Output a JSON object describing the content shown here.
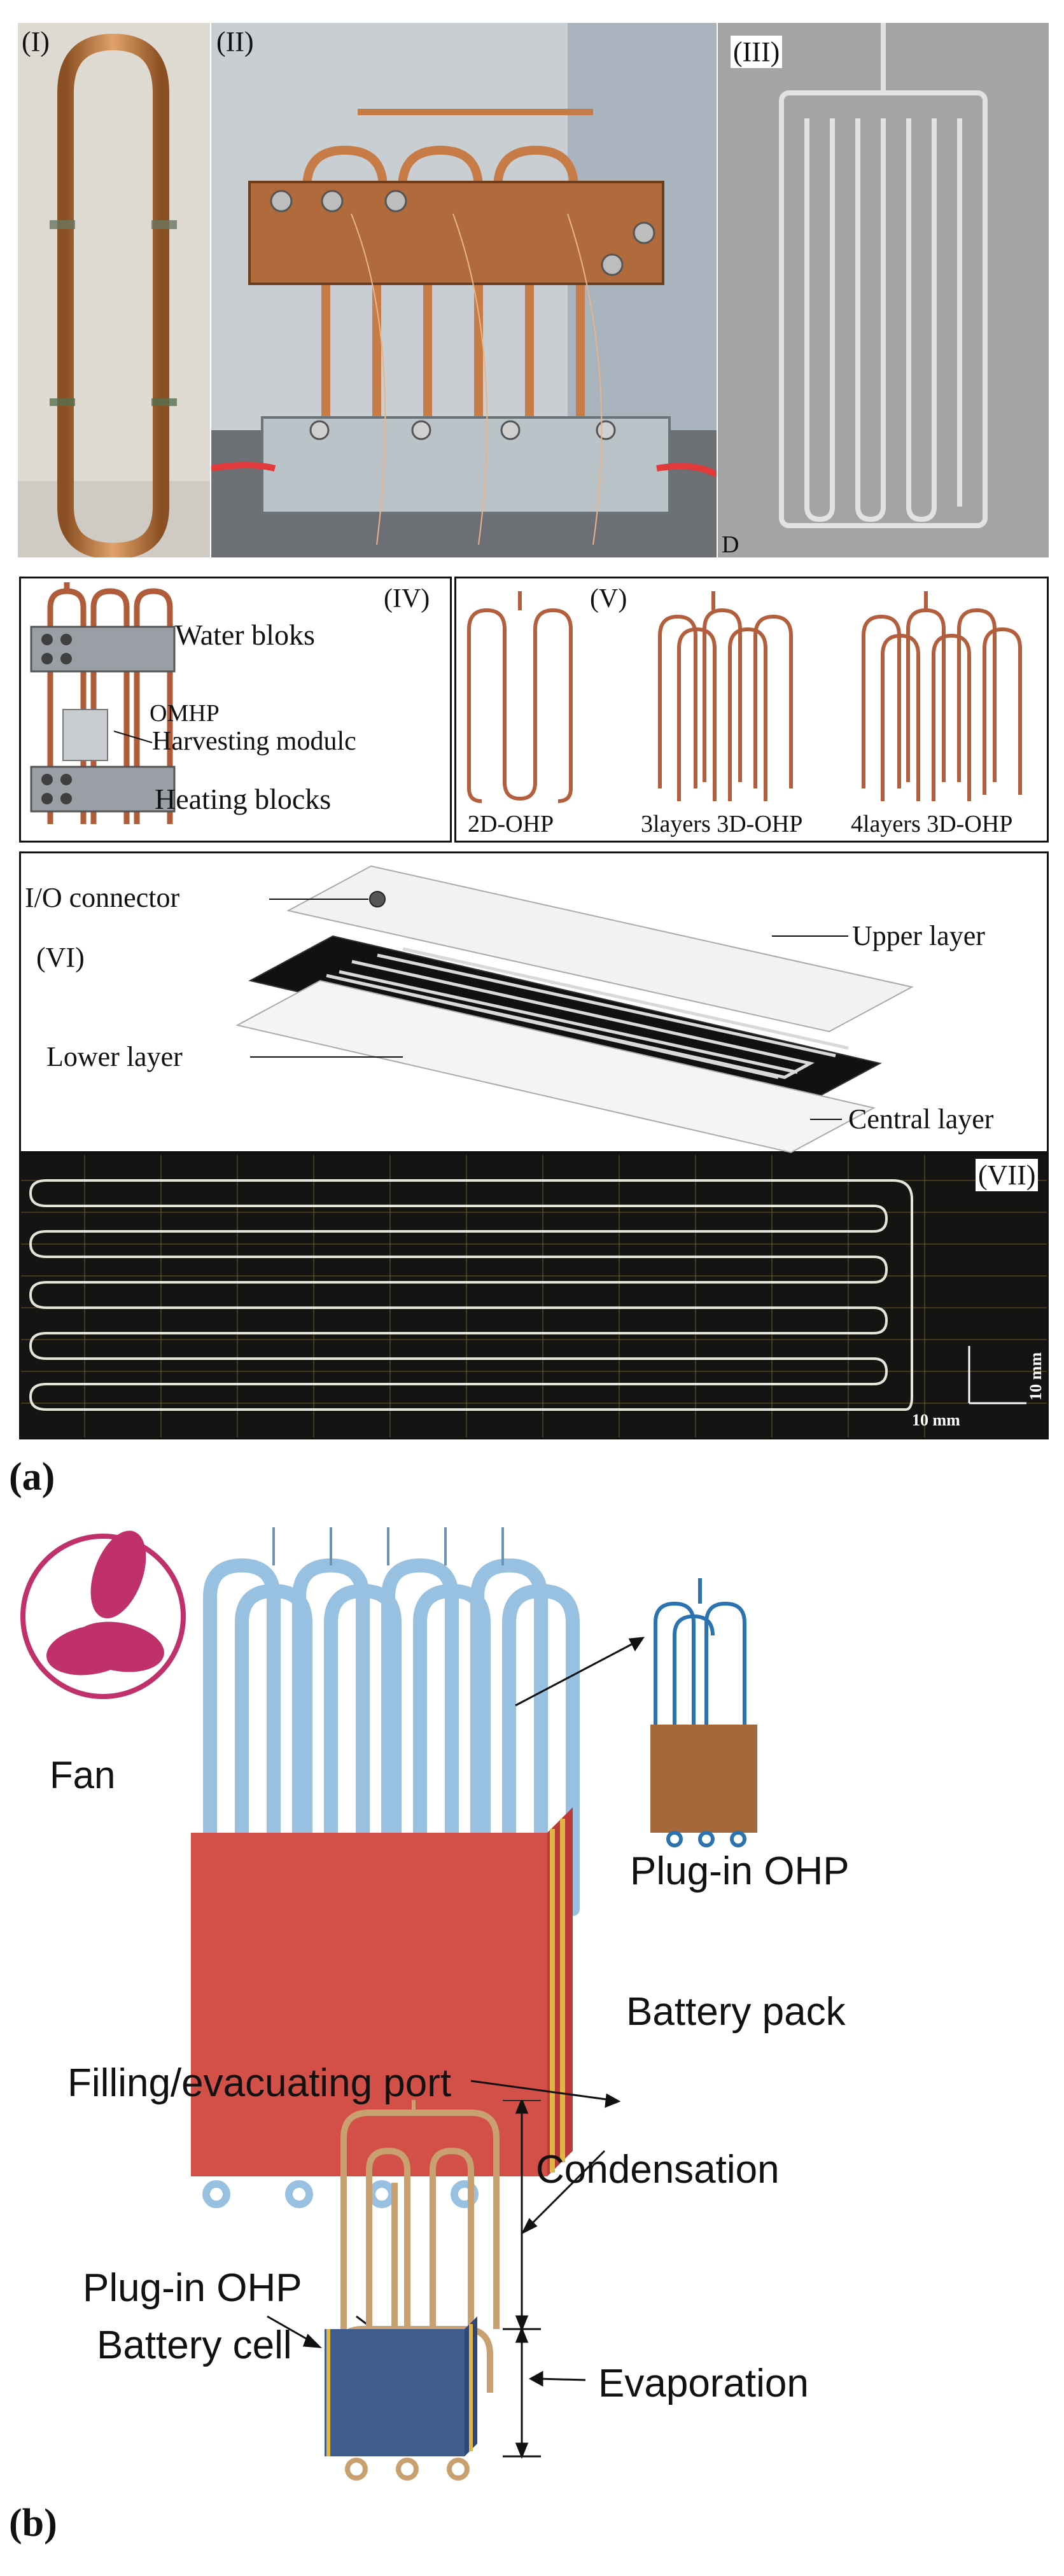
{
  "panel_a": {
    "label": "(a)",
    "photos": {
      "p1": {
        "label": "(I)"
      },
      "p2": {
        "label": "(II)"
      },
      "p3": {
        "label": "(III)",
        "corner": "D"
      }
    },
    "p4": {
      "label": "(IV)",
      "water": "Water bloks",
      "omhp": "OMHP",
      "harvest": "Harvesting modulc",
      "heating": "Heating blocks"
    },
    "p5": {
      "label": "(V)",
      "v1": "2D-OHP",
      "v2": "3layers 3D-OHP",
      "v3": "4layers 3D-OHP"
    },
    "p6": {
      "label": "(VI)",
      "io": "I/O connector",
      "upper": "Upper layer",
      "lower": "Lower layer",
      "central": "Central layer"
    },
    "p7": {
      "label": "(VII)",
      "scale_v": "10 mm",
      "scale_h": "10 mm"
    }
  },
  "panel_b": {
    "label": "(b)",
    "fan": "Fan",
    "plugin_top": "Plug-in OHP",
    "battery_pack": "Battery pack",
    "filling": "Filling/evacuating port",
    "condensation": "Condensation",
    "plugin_left": "Plug-in OHP",
    "battery_cell": "Battery cell",
    "evaporation": "Evaporation"
  },
  "colors": {
    "copper": "#c8834c",
    "pipe_blue": "#9cc4e4",
    "battery_red": "#d2504a",
    "cell_blue": "#3e5c8c",
    "fan_magenta": "#c0306a"
  }
}
